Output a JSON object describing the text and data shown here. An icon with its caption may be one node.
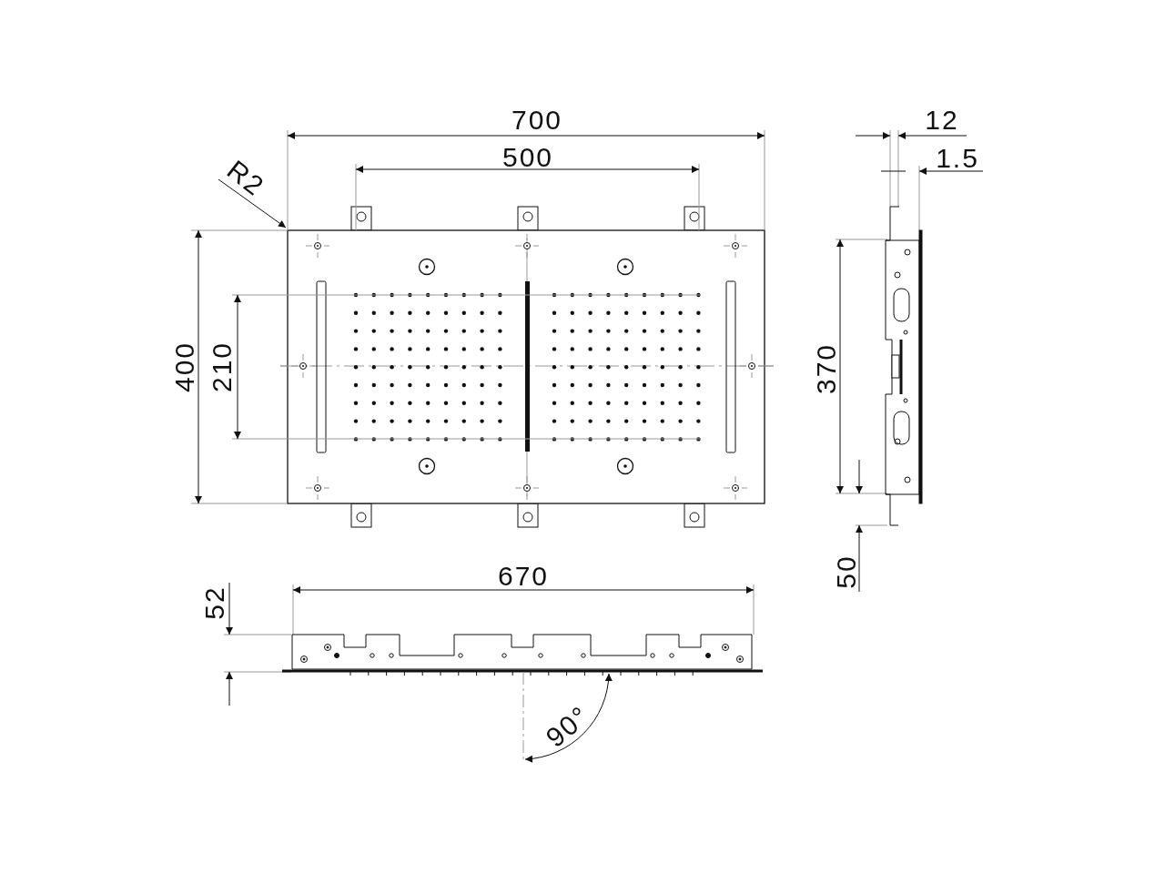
{
  "diagram": {
    "labels": [
      "700",
      "R2",
      "500",
      "12",
      "1.5",
      "400",
      "210",
      "370",
      "50",
      "670",
      "52",
      "90°"
    ]
  }
}
